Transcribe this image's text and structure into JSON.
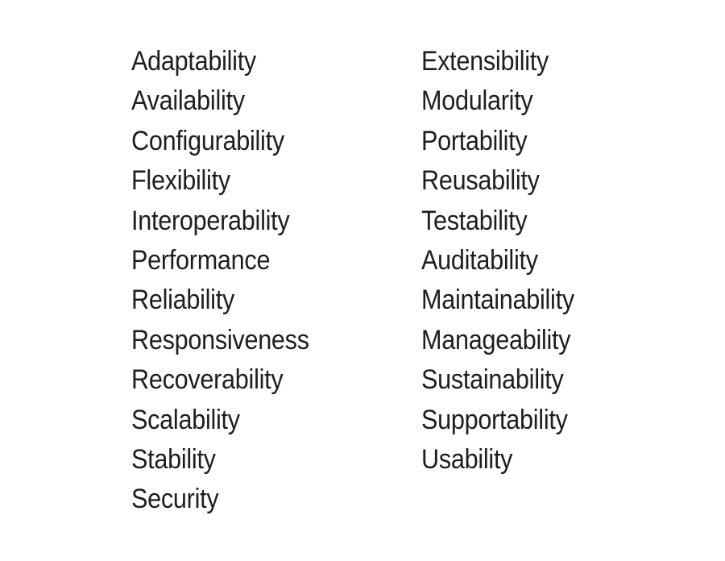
{
  "left_column": [
    "Adaptability",
    "Availability",
    "Configurability",
    "Flexibility",
    "Interoperability",
    "Performance",
    "Reliability",
    "Responsiveness",
    "Recoverability",
    "Scalability",
    "Stability",
    "Security"
  ],
  "right_column": [
    "Extensibility",
    "Modularity",
    "Portability",
    "Reusability",
    "Testability",
    "Auditability",
    "Maintainability",
    "Manageability",
    "Sustainability",
    "Supportability",
    "Usability"
  ]
}
